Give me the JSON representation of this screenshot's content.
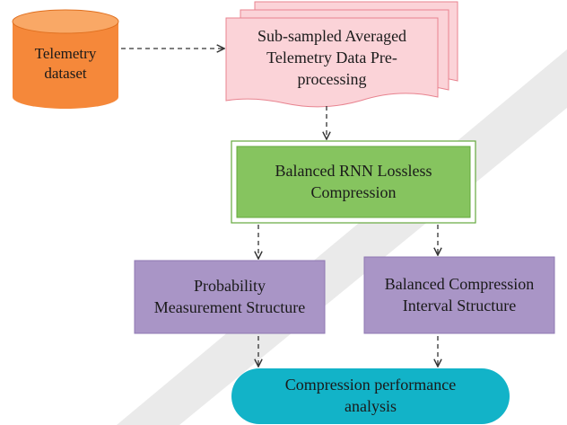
{
  "nodes": {
    "telemetry_dataset": {
      "line1": "Telemetry",
      "line2": "dataset"
    },
    "preprocessing": {
      "line1": "Sub-sampled Averaged",
      "line2": "Telemetry Data Pre-",
      "line3": "processing"
    },
    "rnn_compression": {
      "line1": "Balanced RNN Lossless",
      "line2": "Compression"
    },
    "probability_structure": {
      "line1": "Probability",
      "line2": "Measurement Structure"
    },
    "interval_structure": {
      "line1": "Balanced Compression",
      "line2": "Interval Structure"
    },
    "performance_analysis": {
      "line1": "Compression performance",
      "line2": "analysis"
    }
  },
  "colors": {
    "cylinder": "#f5883a",
    "cylinder_top": "#f9a866",
    "document": "#fbd3d8",
    "document_border": "#e8838f",
    "rnn_box": "#86c45f",
    "rnn_border": "#64a83e",
    "purple_box": "#a995c6",
    "purple_border": "#8f78b3",
    "oval": "#12b3c8",
    "watermark": "#d9d9d9",
    "arrow": "#333333"
  }
}
